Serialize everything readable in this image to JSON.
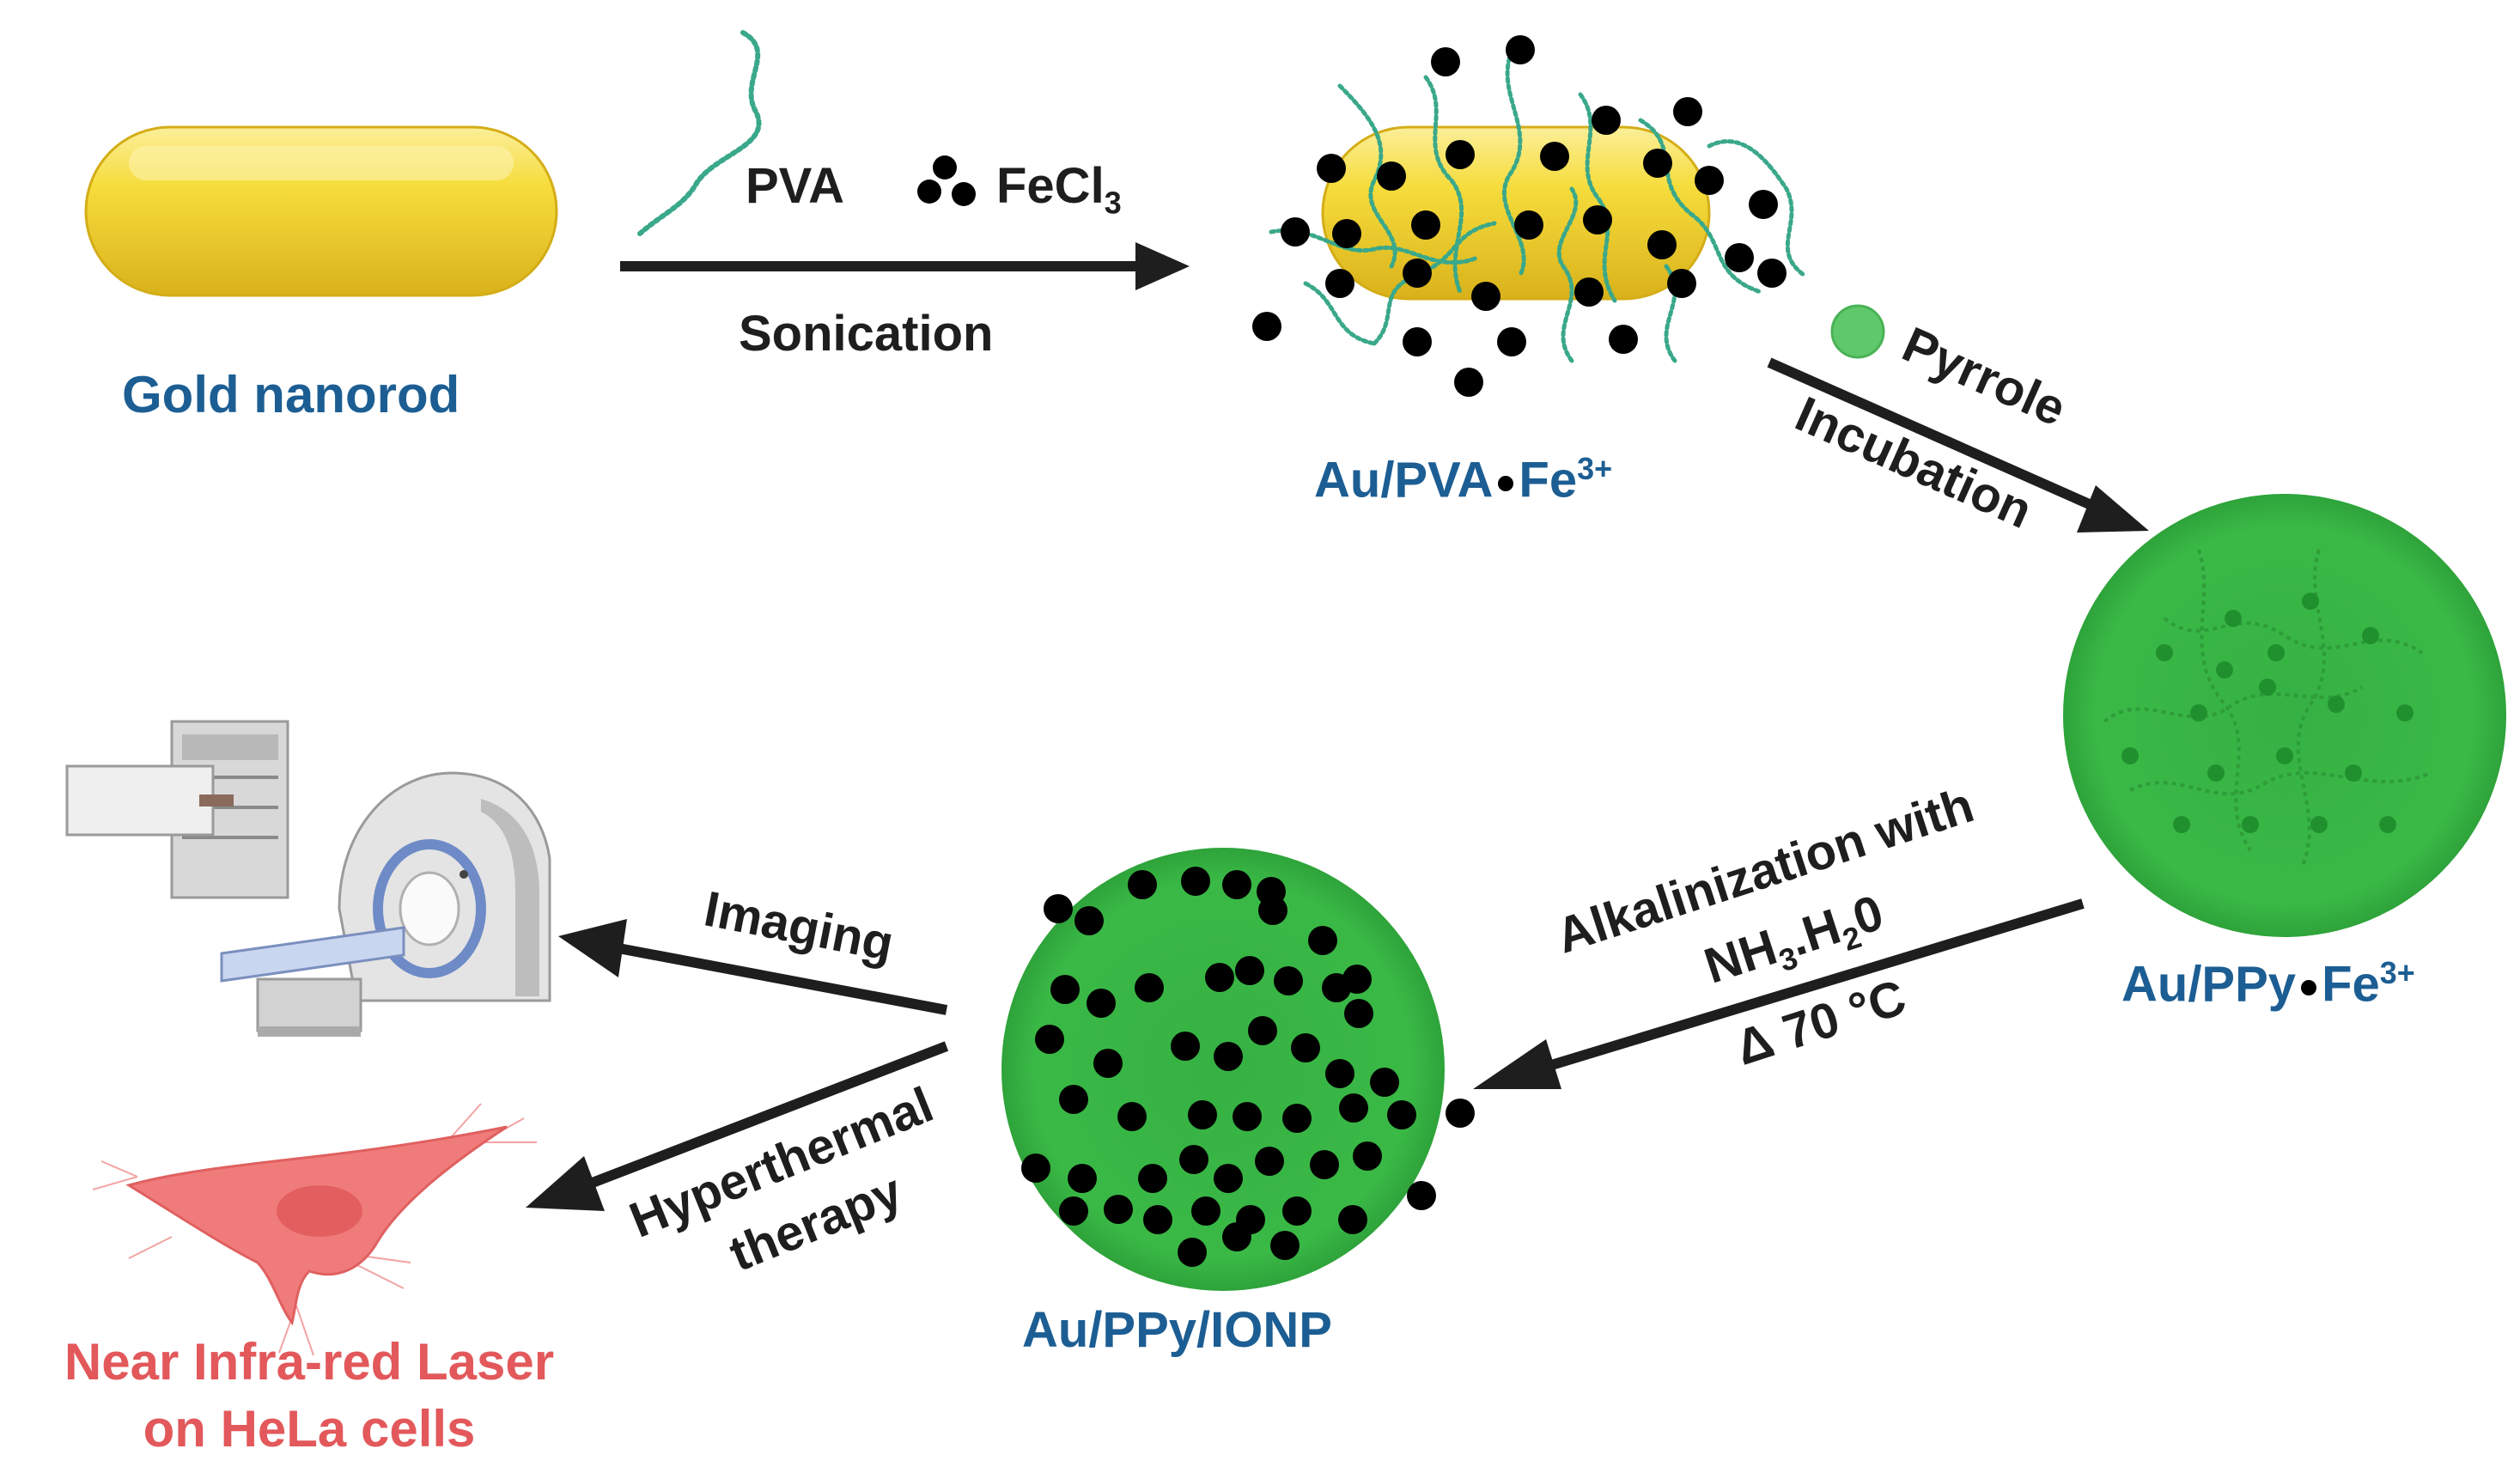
{
  "labels": {
    "gold_nanorod": "Gold nanorod",
    "pva": "PVA",
    "fecl": "FeCl",
    "fecl_sub": "3",
    "sonication": "Sonication",
    "au_pva": "Au/PVA",
    "fe": "Fe",
    "fe_sup": "3+",
    "pyrrole": "Pyrrole",
    "incubation": "Incubation",
    "au_ppy": "Au/PPy",
    "alkalinization": "Alkalinization with",
    "nh3": "NH",
    "nh3_sub": "3",
    "h2o_h": ".H",
    "h2o_sub": "2",
    "h2o_o": "0",
    "temperature": "Δ 70 °C",
    "au_ppy_ionp": "Au/PPy/IONP",
    "imaging": "Imaging",
    "hyperthermal": "Hyperthermal",
    "therapy": "therapy",
    "nir_line1": "Near Infra-red Laser",
    "nir_line2": "on HeLa cells"
  },
  "colors": {
    "gold_light": "#f8e46a",
    "gold_mid": "#f0cf2a",
    "gold_dark": "#d8b21a",
    "polymer_green": "#3a9c3c",
    "sphere_green": "#3db64a",
    "fiber_teal": "#3aa88a",
    "particle_black": "#000000",
    "label_blue": "#1c5e93",
    "label_red": "#e2585b",
    "cell_red": "#f08080"
  },
  "icons": [
    "mri-scanner-icon",
    "hela-cell-icon",
    "pyrrole-monomer-icon",
    "fecl3-particles-icon",
    "pva-fiber-icon"
  ]
}
